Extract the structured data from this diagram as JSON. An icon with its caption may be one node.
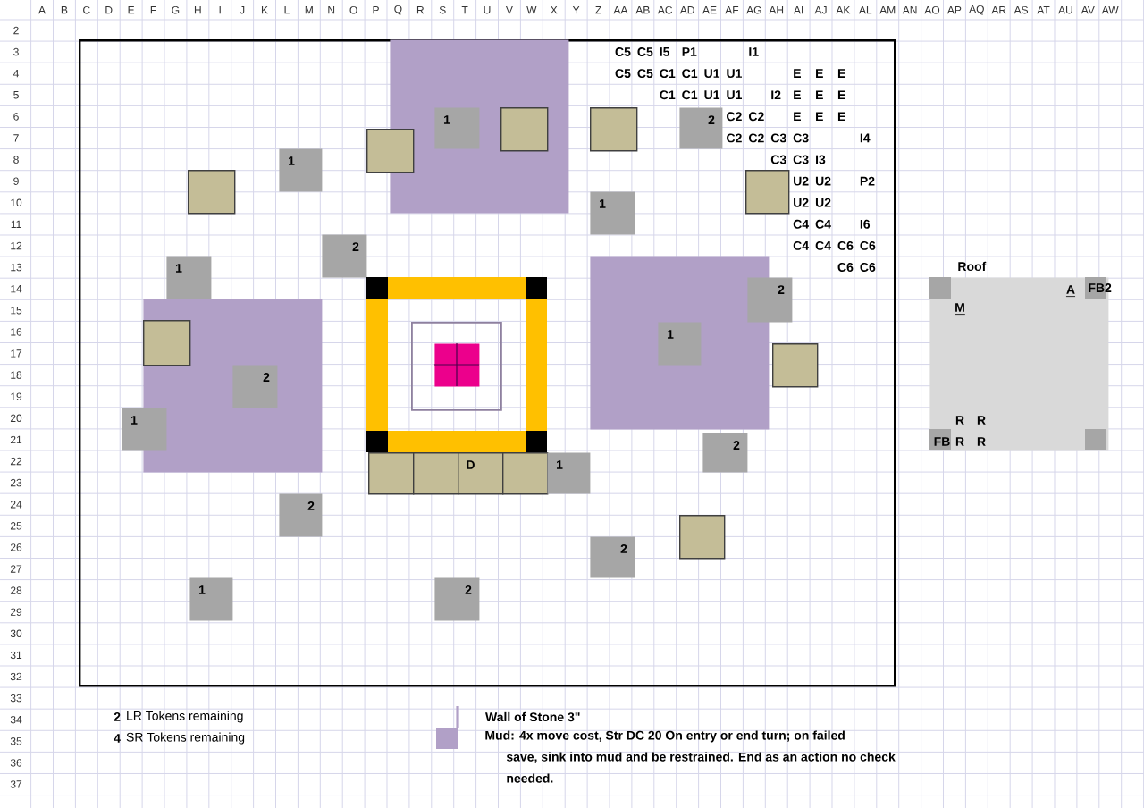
{
  "diagram": {
    "nodes": [
      {
        "text": [],
        "shape": "box"
      },
      {
        "text": [],
        "shape": "box",
        "in": 0
      },
      {
        "text": [
          "1"
        ],
        "in": 1
      },
      {
        "text": [],
        "shape": "box",
        "in": 0
      },
      {
        "text": [],
        "shape": "box",
        "in": 1
      },
      {
        "text": [],
        "shape": "box",
        "in": 0
      },
      {
        "text": [
          "2"
        ],
        "in": 0
      },
      {
        "text": [
          "1"
        ],
        "in": 0
      },
      {
        "text": [],
        "shape": "box",
        "in": 0
      },
      {
        "text": [],
        "shape": "box",
        "in": 0
      },
      {
        "text": [
          "1"
        ],
        "in": 0
      },
      {
        "text": [
          "2"
        ],
        "in": 0
      },
      {
        "text": [
          "1"
        ],
        "in": 0
      },
      {
        "text": [],
        "shape": "box",
        "in": 0
      },
      {
        "text": [
          "2"
        ],
        "in": 0
      },
      {
        "text": [],
        "shape": "box",
        "in": 0
      },
      {
        "text": [],
        "shape": "box",
        "in": 15
      },
      {
        "text": [],
        "shape": "box",
        "in": 16
      },
      {
        "text": [],
        "shape": "box",
        "in": 0
      },
      {
        "text": [],
        "shape": "box",
        "in": 18
      },
      {
        "text": [
          "1"
        ],
        "in": 13
      },
      {
        "text": [],
        "shape": "box",
        "in": 0
      },
      {
        "text": [
          "2"
        ],
        "in": 18
      },
      {
        "text": [
          "1"
        ],
        "in": 0
      },
      {
        "text": [
          "2"
        ],
        "in": 0
      },
      {
        "text": [],
        "shape": "box",
        "in": 0
      },
      {
        "text": [],
        "shape": "box",
        "in": 0
      },
      {
        "text": [
          "D"
        ],
        "in": 0
      },
      {
        "text": [],
        "shape": "box",
        "in": 0
      },
      {
        "text": [
          "1"
        ],
        "in": 0
      },
      {
        "text": [
          "2"
        ],
        "in": 0
      },
      {
        "text": [],
        "shape": "box",
        "in": 0
      },
      {
        "text": [
          "2"
        ],
        "in": 0
      },
      {
        "text": [
          "1"
        ],
        "in": 0
      },
      {
        "text": [
          "2"
        ],
        "in": 0
      },
      {
        "text": [
          "Roof",
          "A",
          "FB2",
          "M",
          "R",
          "R",
          "FB",
          "R",
          "R"
        ]
      }
    ],
    "labels": [
      "A",
      "B",
      "C",
      "D",
      "E",
      "F",
      "G",
      "H",
      "I",
      "J",
      "K",
      "L",
      "M",
      "N",
      "O",
      "P",
      "Q",
      "R",
      "S",
      "T",
      "U",
      "V",
      "W",
      "X",
      "Y",
      "Z",
      "AA",
      "AB",
      "AC",
      "AD",
      "AE",
      "AF",
      "AG",
      "AH",
      "AI",
      "AJ",
      "AK",
      "AL",
      "AM",
      "AN",
      "AO",
      "AP",
      "AQ",
      "AR",
      "AS",
      "AT",
      "AU",
      "AV",
      "AW",
      "2",
      "3",
      "4",
      "5",
      "6",
      "7",
      "8",
      "9",
      "10",
      "11",
      "12",
      "13",
      "14",
      "15",
      "16",
      "17",
      "18",
      "19",
      "20",
      "21",
      "22",
      "23",
      "24",
      "25",
      "26",
      "27",
      "28",
      "29",
      "30",
      "31",
      "32",
      "33",
      "34",
      "35",
      "36",
      "37",
      "C5",
      "C5",
      "I5",
      "P1",
      "I1",
      "C5",
      "C5",
      "C1",
      "C1",
      "U1",
      "U1",
      "E",
      "E",
      "E",
      "C1",
      "C1",
      "U1",
      "U1",
      "I2",
      "E",
      "E",
      "E",
      "C2",
      "C2",
      "E",
      "E",
      "E",
      "C2",
      "C2",
      "C3",
      "C3",
      "I4",
      "C3",
      "C3",
      "I3",
      "U2",
      "U2",
      "P2",
      "U2",
      "U2",
      "C4",
      "C4",
      "I6",
      "C4",
      "C4",
      "C6",
      "C6",
      "C6",
      "C6",
      "2",
      "LR Tokens remaining",
      "4",
      "SR Tokens remaining"
    ],
    "legend": [
      {
        "text": "Wall of Stone 3\""
      },
      {
        "text": "Mud: 4x move cost, Str DC 20 On entry or end turn; on failed save, sink into mud and be restrained. End as an action no check needed.",
        "color": "#b1a0c7"
      }
    ]
  }
}
